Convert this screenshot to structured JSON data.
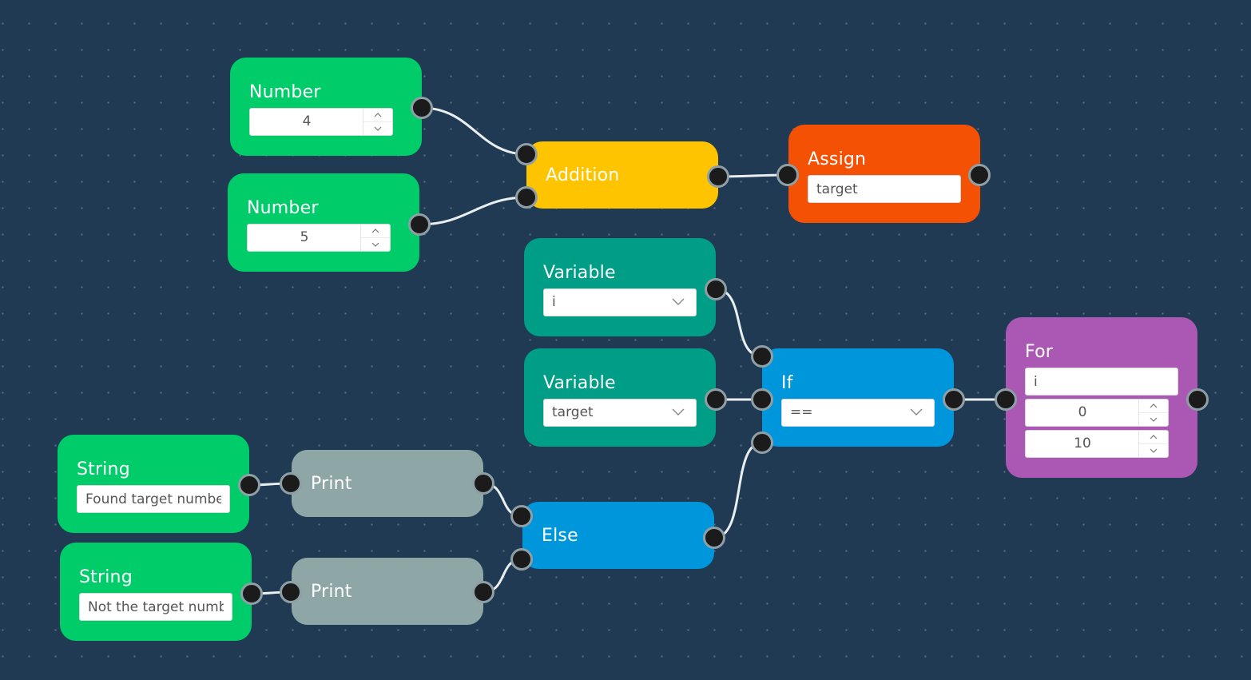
{
  "colors": {
    "canvas": "#1f3a52",
    "number_node": "#00cc6a",
    "string_node": "#00cc6a",
    "addition_node": "#ffc400",
    "assign_node": "#f45105",
    "variable_node": "#019e87",
    "if_node": "#0096dc",
    "else_node": "#0096dc",
    "for_node": "#ab58b4",
    "print_node": "#8fa6a6",
    "port": "#1b1b1b",
    "port_ring": "#8f9fa6",
    "wire": "#e9eef0"
  },
  "nodes": {
    "number1": {
      "title": "Number",
      "value": "4"
    },
    "number2": {
      "title": "Number",
      "value": "5"
    },
    "addition": {
      "title": "Addition"
    },
    "assign": {
      "title": "Assign",
      "value": "target"
    },
    "variable1": {
      "title": "Variable",
      "selected": "i"
    },
    "variable2": {
      "title": "Variable",
      "selected": "target"
    },
    "if": {
      "title": "If",
      "operator": "=="
    },
    "for": {
      "title": "For",
      "variable": "i",
      "start": "0",
      "end": "10"
    },
    "string1": {
      "title": "String",
      "value": "Found target number!"
    },
    "string2": {
      "title": "String",
      "value": "Not the target number"
    },
    "print1": {
      "title": "Print"
    },
    "print2": {
      "title": "Print"
    },
    "else": {
      "title": "Else"
    }
  }
}
